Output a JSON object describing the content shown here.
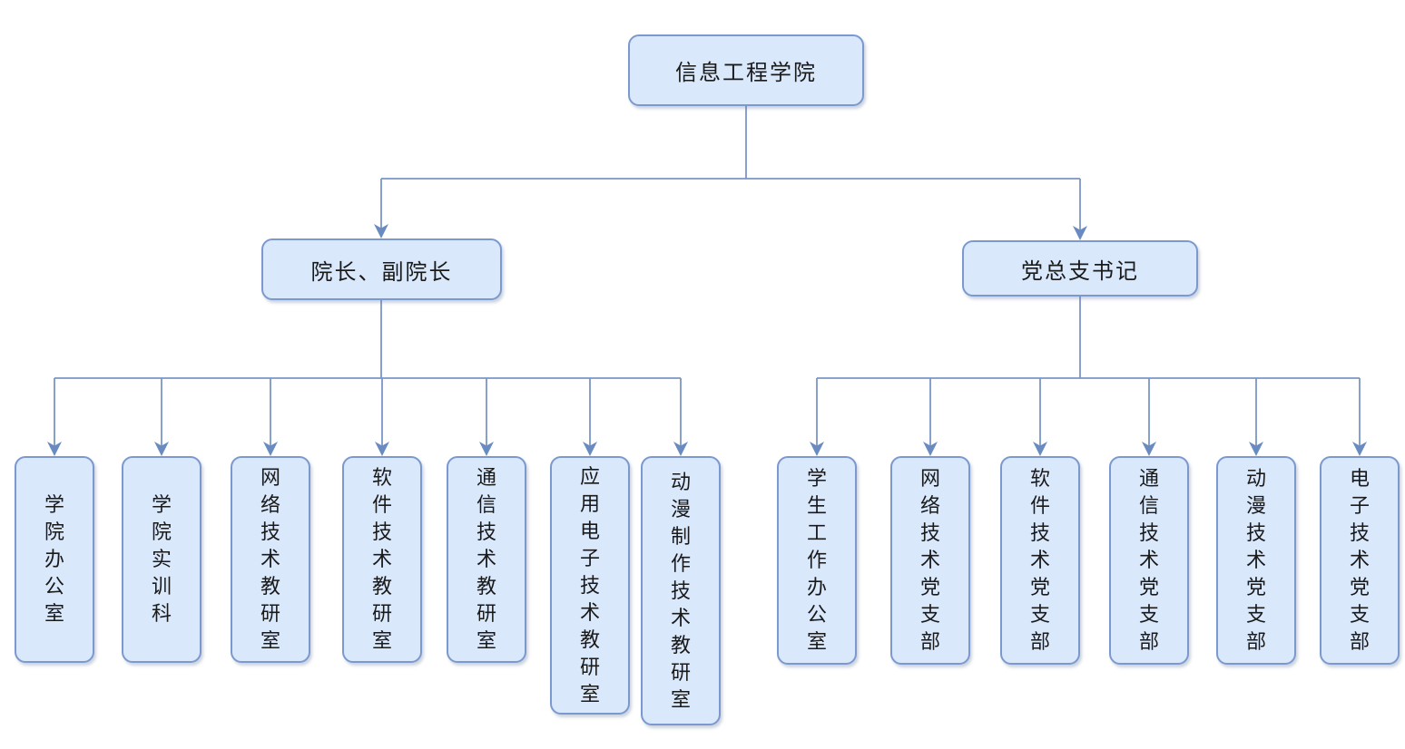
{
  "colors": {
    "node_fill": "#dae8fc",
    "node_border": "#7b99cf",
    "connector": "#7a96c6",
    "arrow": "#6a8bc0",
    "text": "#1a1a1a"
  },
  "org": {
    "root": {
      "label": "信息工程学院"
    },
    "branches": [
      {
        "label": "院长、副院长",
        "children": [
          {
            "label": "学院办公室"
          },
          {
            "label": "学院实训科"
          },
          {
            "label": "网络技术教研室"
          },
          {
            "label": "软件技术教研室"
          },
          {
            "label": "通信技术教研室"
          },
          {
            "label": "应用电子技术教研室"
          },
          {
            "label": "动漫制作技术教研室"
          }
        ]
      },
      {
        "label": "党总支书记",
        "children": [
          {
            "label": "学生工作办公室"
          },
          {
            "label": "网络技术党支部"
          },
          {
            "label": "软件技术党支部"
          },
          {
            "label": "通信技术党支部"
          },
          {
            "label": "动漫技术党支部"
          },
          {
            "label": "电子技术党支部"
          }
        ]
      }
    ]
  }
}
